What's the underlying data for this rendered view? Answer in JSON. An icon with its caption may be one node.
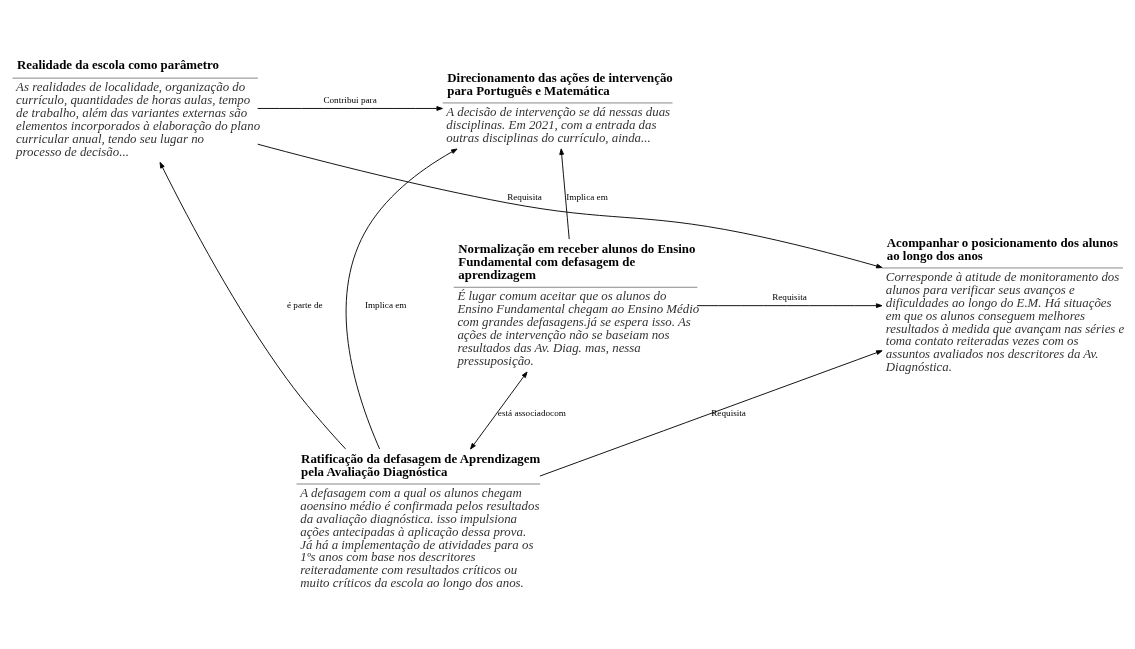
{
  "diagram": {
    "nodes": [
      {
        "text": [
          "Realidade da escola como parâmetro",
          "As realidades de localidade, organização do currículo, quantidades de horas aulas, tempo de trabalho, além das variantes externas são elementos incorporados à elaboração do plano curricular anual, tendo seu lugar no processo de decisão..."
        ]
      },
      {
        "text": [
          "Direcionamento das ações de intervenção  para Português e Matemática",
          "A decisão de intervenção se dá nessas duas disciplinas. Em 2021, com a entrada das outras disciplinas do currículo, ainda..."
        ]
      },
      {
        "text": [
          "Ratificação da defasagem de Aprendizagem pela Avaliação Diagnóstica",
          "A defasagem com a qual os alunos chegam aoensino médio é confirmada pelos resultados da avaliação diagnóstica. isso impulsiona ações antecipadas à aplicação dessa prova. Já há a implementação de atividades para os 1ºs anos com base nos descritores reiteradamente com resultados críticos ou muito críticos da escola ao longo dos anos."
        ]
      },
      {
        "text": [
          "Acompanhar o posicionamento dos alunos ao longo dos anos",
          "Corresponde à atitude de monitoramento dos alunos para verificar seus avanços e dificuldades ao longo do E.M. Há situações em que os alunos conseguem melhores resultados à medida que avançam nas séries e toma contato reiteradas vezes com os assuntos avaliados nos descritores da Av. Diagnóstica."
        ]
      },
      {
        "text": [
          "Normalização em receber alunos do Ensino Fundamental com defasagem de aprendizagem",
          "É lugar comum aceitar que os alunos do Ensino Fundamental chegam ao Ensino Médio com grandes defasagens.já se espera isso. As ações de intervenção não se baseiam nos resultados das Av. Diag. mas, nessa pressuposição."
        ]
      }
    ],
    "edges": [
      {
        "from": 0,
        "to": 1,
        "arrow": "to",
        "label": "Contribui para"
      },
      {
        "from": 2,
        "to": 0,
        "arrow": "to",
        "label": "é parte de"
      },
      {
        "from": 2,
        "to": 1,
        "arrow": "to",
        "label": "Implica em"
      },
      {
        "from": 0,
        "to": 3,
        "arrow": "to",
        "label": "Requisita"
      },
      {
        "from": 4,
        "to": 1,
        "arrow": "to",
        "label": "Implica em"
      },
      {
        "from": 2,
        "to": 3,
        "arrow": "to",
        "label": "Requisita"
      },
      {
        "from": 4,
        "to": 2,
        "arrow": "both",
        "label": "está associadocom"
      },
      {
        "from": 4,
        "to": 3,
        "arrow": "to",
        "label": "Requisita"
      }
    ]
  }
}
